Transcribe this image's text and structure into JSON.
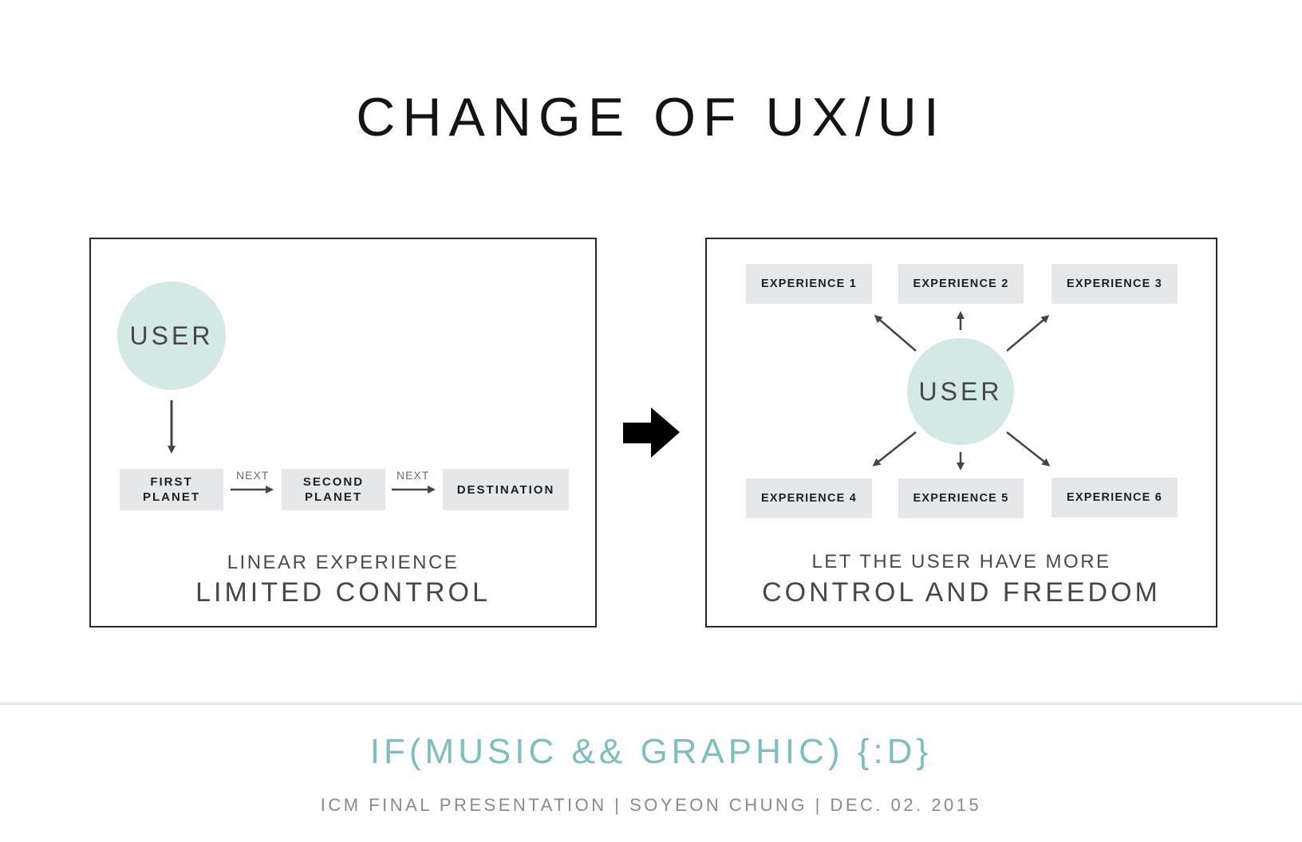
{
  "title": "CHANGE OF UX/UI",
  "left_panel": {
    "user": "USER",
    "steps": [
      "FIRST\nPLANET",
      "SECOND\nPLANET",
      "DESTINATION"
    ],
    "next_label": "NEXT",
    "caption_small": "LINEAR EXPERIENCE",
    "caption_large": "LIMITED CONTROL"
  },
  "right_panel": {
    "user": "USER",
    "experiences": [
      "EXPERIENCE 1",
      "EXPERIENCE 2",
      "EXPERIENCE 3",
      "EXPERIENCE 4",
      "EXPERIENCE 5",
      "EXPERIENCE 6"
    ],
    "caption_small": "LET THE USER HAVE MORE",
    "caption_large": "CONTROL AND FREEDOM"
  },
  "footer": {
    "main": "IF(MUSIC && GRAPHIC) {:D}",
    "sub": "ICM FINAL PRESENTATION | SOYEON CHUNG | DEC. 02. 2015"
  },
  "colors": {
    "accent": "#d3e9e5",
    "footer_accent": "#7bbfbf",
    "box_fill": "#e6e7e8",
    "arrow": "#444444"
  }
}
